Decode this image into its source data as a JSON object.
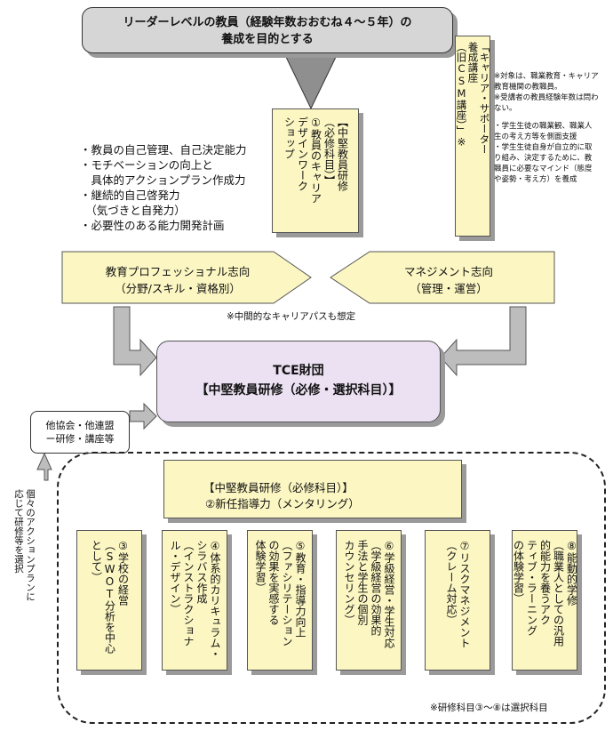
{
  "top_box": {
    "line1": "リーダーレベルの教員（経験年数おおむね４～５年）の",
    "line2": "養成を目的とする"
  },
  "mid_course": {
    "lines": [
      "①教員のキャリア",
      "デザインワーク",
      "ショップ"
    ],
    "title_lines": [
      "【中堅教員研修",
      "（必修科目）】"
    ]
  },
  "career_course": {
    "lines": [
      "「キャリア・サポーター",
      "養成講座",
      "（旧CSM講座）」※"
    ]
  },
  "career_note": {
    "items": [
      "※対象は、職業教育・キャリア教育機関の教職員。",
      "※受講者の教員経験年数は問わない。",
      "・学生生徒の職業観、職業人生の考え方等を側面支援",
      "・学生生徒自身が自立的に取り組み、決定するために、教職員に必要なマインド（態度や姿勢・考え方）を養成"
    ]
  },
  "abilities": {
    "items": [
      "・教員の自己管理、自己決定能力",
      "・モチベーションの向上と",
      "　具体的アクションプラン作成力",
      "・継続的自己啓発力",
      "　（気づきと自発力）",
      "・必要性のある能力開発計画"
    ]
  },
  "prof_arrow": {
    "line1": "教育プロフェッショナル志向",
    "line2": "（分野/スキル・資格別）"
  },
  "mgmt_arrow": {
    "line1": "マネジメント志向",
    "line2": "（管理・運営）"
  },
  "mid_note": "※中間的なキャリアパスも想定",
  "tce_box": {
    "line1": "TCE財団",
    "line2": "【中堅教員研修（必修・選択科目）】"
  },
  "assoc_box": {
    "line1": "他協会・他連盟",
    "line2": "ー研修・講座等"
  },
  "side_note": {
    "line1": "個々のアクションプランに",
    "line2": "応じて研修等を選択"
  },
  "required_box": {
    "line1": "【中堅教員研修（必修科目）】",
    "line2": "②新任指導力（メンタリング）"
  },
  "electives": [
    {
      "lines": [
        "③学校の経営",
        "（SWOT分析を中心",
        "として）"
      ]
    },
    {
      "lines": [
        "④体系的カリキュラム・",
        "シラバス作成",
        "（インストラクショナ",
        "ル・デザイン）"
      ]
    },
    {
      "lines": [
        "⑤教育・指導力向上",
        "（ファシリテーション",
        "の効果を実感する",
        "体験学習）"
      ]
    },
    {
      "lines": [
        "⑥学級経営・学生対応",
        "（学級経営の効果的",
        "手法と学生の個別",
        "カウンセリング）"
      ]
    },
    {
      "lines": [
        "⑦リスクマネジメント",
        "（クレーム対応）"
      ]
    },
    {
      "lines": [
        "⑧能動的学修",
        "（職業人としての汎用",
        "的能力を養うアク",
        "ティブ・ラーニング",
        "の体験学習）"
      ]
    }
  ],
  "footnote": "※研修科目③～⑧は選択科目",
  "colors": {
    "yellow": "#fbf6c2",
    "gray": "#d6d6d6",
    "lavender": "#ebe1f2",
    "arrow_gray": "#bdbdbd"
  }
}
